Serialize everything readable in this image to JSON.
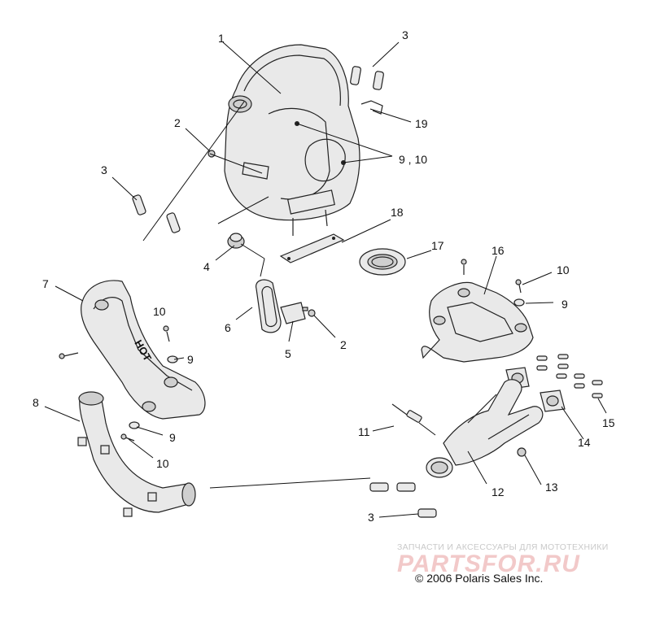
{
  "diagram": {
    "callouts": {
      "c1": "1",
      "c2a": "2",
      "c2b": "2",
      "c3a": "3",
      "c3b": "3",
      "c3c": "3",
      "c4": "4",
      "c5": "5",
      "c6": "6",
      "c7": "7",
      "c8": "8",
      "c9a": "9",
      "c9b": "9",
      "c9c": "9",
      "c910": "9 , 10",
      "c10a": "10",
      "c10b": "10",
      "c10c": "10",
      "c11": "11",
      "c12": "12",
      "c13": "13",
      "c14": "14",
      "c15": "15",
      "c16": "16",
      "c17": "17",
      "c18": "18",
      "c19": "19"
    },
    "hot_label": "HOT",
    "copyright": "© 2006 Polaris Sales Inc."
  },
  "watermark": {
    "subtitle": "ЗАПЧАСТИ И АКСЕССУАРЫ ДЛЯ МОТОТЕХНИКИ",
    "logo": "PARTSFOR.RU"
  }
}
